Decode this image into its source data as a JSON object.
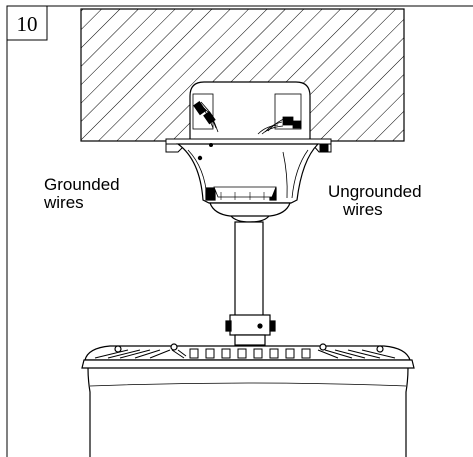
{
  "step": {
    "number": "10"
  },
  "labels": {
    "grounded_line1": "Grounded",
    "grounded_line2": "wires",
    "ungrounded_line1": "Ungrounded",
    "ungrounded_line2": "wires"
  },
  "colors": {
    "line": "#000000",
    "background": "#ffffff"
  }
}
